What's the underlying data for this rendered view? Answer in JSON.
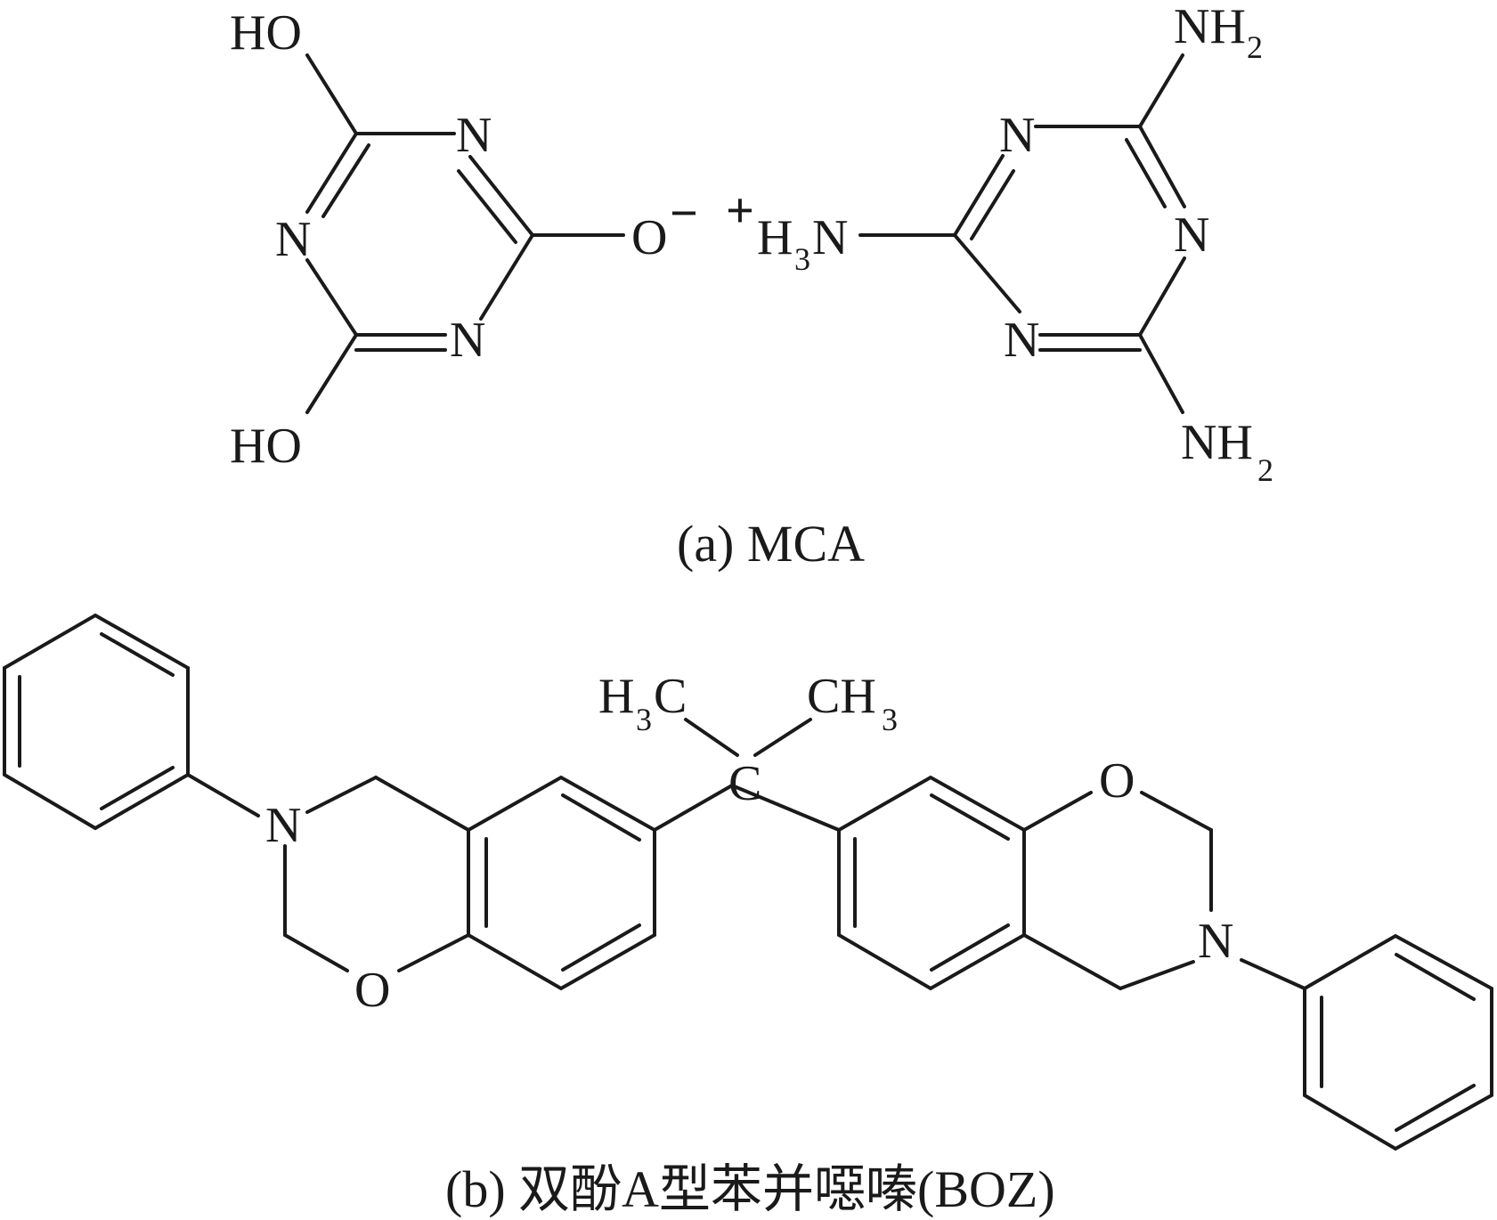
{
  "captions": {
    "a": "(a) MCA",
    "b": "(b) 双酚A型苯并噁嗪(BOZ)"
  },
  "mca": {
    "cyanurate_ring_nitrogens": [
      "N",
      "N",
      "N"
    ],
    "hydroxyl_top": "HO",
    "hydroxyl_bottom": "HO",
    "oxide": "O",
    "oxide_charge": "−",
    "cation_charge": "+",
    "ammonium_h": "H",
    "ammonium_sub": "3",
    "ammonium_n": "N",
    "melamine_ring_nitrogens": [
      "N",
      "N",
      "N"
    ],
    "amine_top_nh": "NH",
    "amine_top_sub": "2",
    "amine_bottom_nh": "NH",
    "amine_bottom_sub": "2"
  },
  "boz": {
    "left_ring_n": "N",
    "left_ring_o": "O",
    "central_c": "C",
    "methyl_left_h": "H",
    "methyl_left_sub": "3",
    "methyl_left_c": "C",
    "methyl_right_ch": "CH",
    "methyl_right_sub": "3",
    "right_ring_o": "O",
    "right_ring_n": "N"
  }
}
